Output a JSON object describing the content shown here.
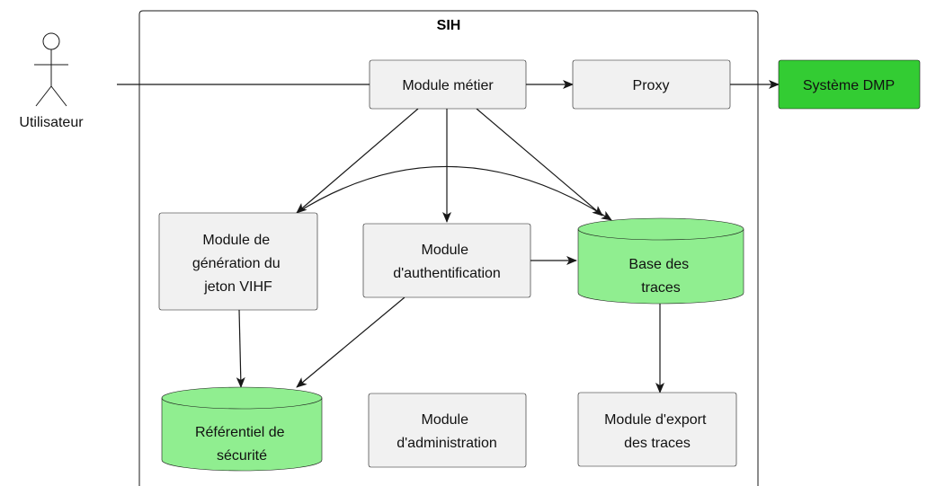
{
  "system": {
    "title": "SIH"
  },
  "actor": {
    "label": "Utilisateur"
  },
  "nodes": {
    "module_metier": {
      "lines": [
        "Module métier"
      ]
    },
    "proxy": {
      "lines": [
        "Proxy"
      ]
    },
    "systeme_dmp": {
      "lines": [
        "Système DMP"
      ],
      "color": "#33cc33"
    },
    "generation_jeton": {
      "lines": [
        "Module de",
        "génération du",
        "jeton VIHF"
      ]
    },
    "authentification": {
      "lines": [
        "Module",
        "d'authentification"
      ]
    },
    "base_traces": {
      "lines": [
        "Base des",
        "traces"
      ],
      "color": "#90ee90"
    },
    "referentiel": {
      "lines": [
        "Référentiel de",
        "sécurité"
      ],
      "color": "#90ee90"
    },
    "administration": {
      "lines": [
        "Module",
        "d'administration"
      ]
    },
    "export": {
      "lines": [
        "Module d'export",
        "des traces"
      ]
    }
  }
}
